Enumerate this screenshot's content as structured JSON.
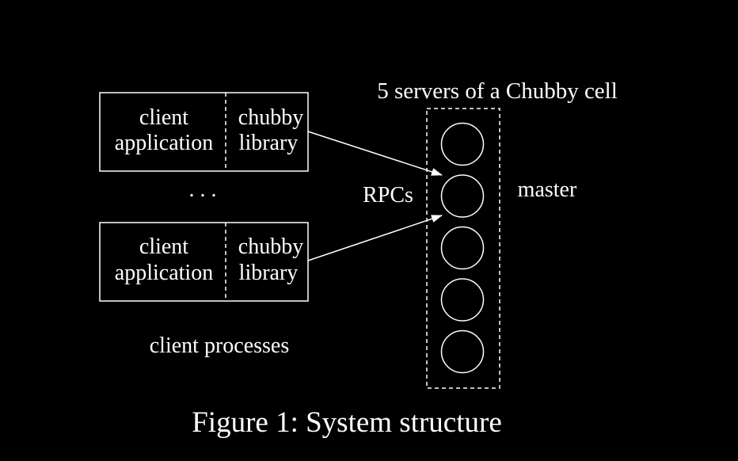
{
  "colors": {
    "background": "#000000",
    "foreground": "#ffffff"
  },
  "cell_title": "5 servers of a Chubby cell",
  "master_label": "master",
  "rpc_label": "RPCs",
  "ellipsis": ". . .",
  "client_processes_label": "client processes",
  "caption": "Figure 1: System structure",
  "clients": [
    {
      "app_line1": "client",
      "app_line2": "application",
      "lib_line1": "chubby",
      "lib_line2": "library"
    },
    {
      "app_line1": "client",
      "app_line2": "application",
      "lib_line1": "chubby",
      "lib_line2": "library"
    }
  ],
  "server_count": 5
}
